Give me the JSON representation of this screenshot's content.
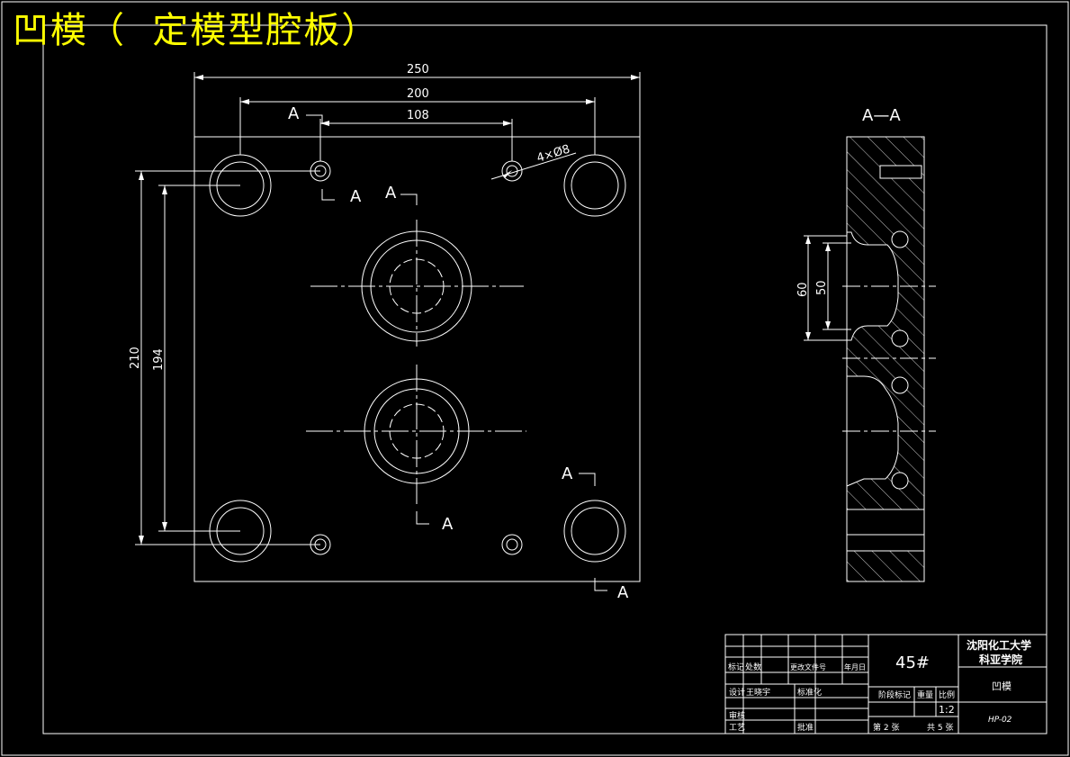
{
  "title": "凹模（  定模型腔板）",
  "section_label": "A—A",
  "section_marker": "A",
  "dimensions": {
    "width_250": "250",
    "width_200": "200",
    "width_108": "108",
    "hole_spec": "4×Ø8",
    "height_210": "210",
    "height_194": "194",
    "section_60": "60",
    "section_50": "50"
  },
  "title_block": {
    "material": "45#",
    "school_line1": "沈阳化工大学",
    "school_line2": "科亚学院",
    "part_name": "凹模",
    "drawing_no": "HP-02",
    "scale_value": "1:2",
    "sheet_label": "第 2 张",
    "total_label": "共 5 张",
    "label_mark": "标记",
    "label_count": "处数",
    "label_change_doc": "更改文件号",
    "label_date": "年月日",
    "label_design": "设计",
    "label_designer": "王晓宇",
    "label_standard": "标准化",
    "label_stage": "阶段标记",
    "label_weight": "重量",
    "label_scale": "比例",
    "label_review": "审核",
    "label_process": "工艺",
    "label_approve": "批准"
  },
  "colors": {
    "background": "#000000",
    "lines": "#ffffff",
    "title": "#ffff00"
  }
}
